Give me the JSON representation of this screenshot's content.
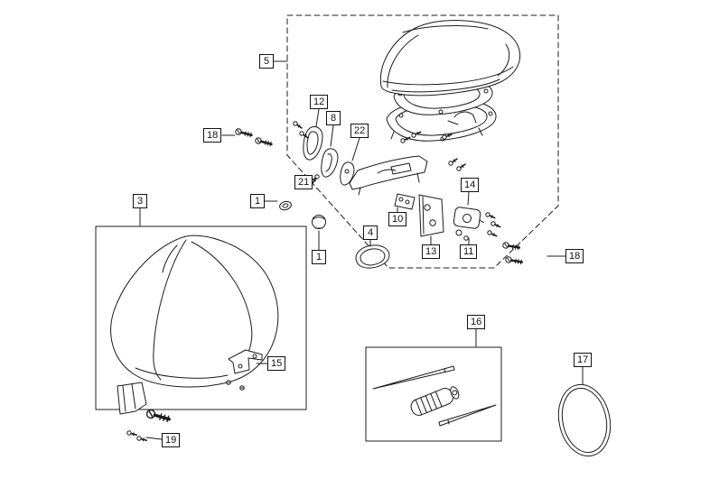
{
  "diagram": {
    "kind": "exploded-parts-diagram",
    "colors": {
      "background": "#ffffff",
      "line_color": "#1c1c1c",
      "label_border": "#000000"
    },
    "callouts": [
      {
        "label": "5"
      },
      {
        "label": "18"
      },
      {
        "label": "12"
      },
      {
        "label": "8"
      },
      {
        "label": "22"
      },
      {
        "label": "21"
      },
      {
        "label": "1"
      },
      {
        "label": "1"
      },
      {
        "label": "4"
      },
      {
        "label": "10"
      },
      {
        "label": "14"
      },
      {
        "label": "13"
      },
      {
        "label": "11"
      },
      {
        "label": "18"
      },
      {
        "label": "3"
      },
      {
        "label": "15"
      },
      {
        "label": "19"
      },
      {
        "label": "16"
      },
      {
        "label": "17"
      }
    ]
  }
}
